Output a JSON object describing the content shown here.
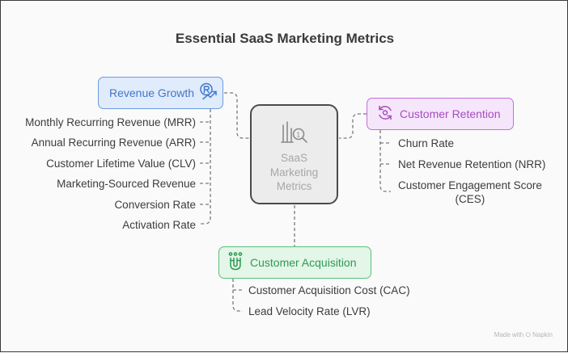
{
  "title": "Essential SaaS Marketing Metrics",
  "center": {
    "label": "SaaS\nMarketing\nMetrics",
    "icon": "bar-chart-search-icon"
  },
  "groups": {
    "revenue": {
      "label": "Revenue Growth",
      "icon": "revenue-growth-icon",
      "color": "#4177cc",
      "items": [
        "Monthly Recurring Revenue (MRR)",
        "Annual Recurring Revenue (ARR)",
        "Customer Lifetime Value (CLV)",
        "Marketing-Sourced Revenue",
        "Conversion Rate",
        "Activation Rate"
      ]
    },
    "retention": {
      "label": "Customer Retention",
      "icon": "refresh-cycle-icon",
      "color": "#a74cc0",
      "items": [
        "Churn Rate",
        "Net Revenue Retention (NRR)",
        "Customer Engagement Score\n(CES)"
      ]
    },
    "acquisition": {
      "label": "Customer Acquisition",
      "icon": "magnet-icon",
      "color": "#2f9a52",
      "items": [
        "Customer Acquisition Cost (CAC)",
        "Lead Velocity Rate (LVR)"
      ]
    }
  },
  "footer": "Made with ⭘ Napkin"
}
